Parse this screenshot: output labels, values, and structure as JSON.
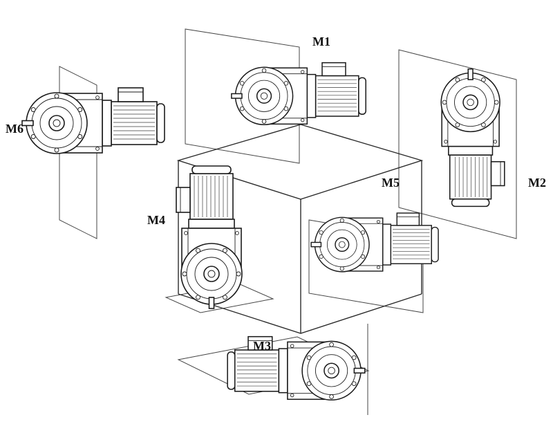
{
  "figure": {
    "labels": {
      "m1": "M1",
      "m2": "M2",
      "m3": "M3",
      "m4": "M4",
      "m5": "M5",
      "m6": "M6"
    },
    "colors": {
      "line": "#1a1a1a",
      "plane_line": "#444444",
      "background": "#ffffff"
    }
  }
}
